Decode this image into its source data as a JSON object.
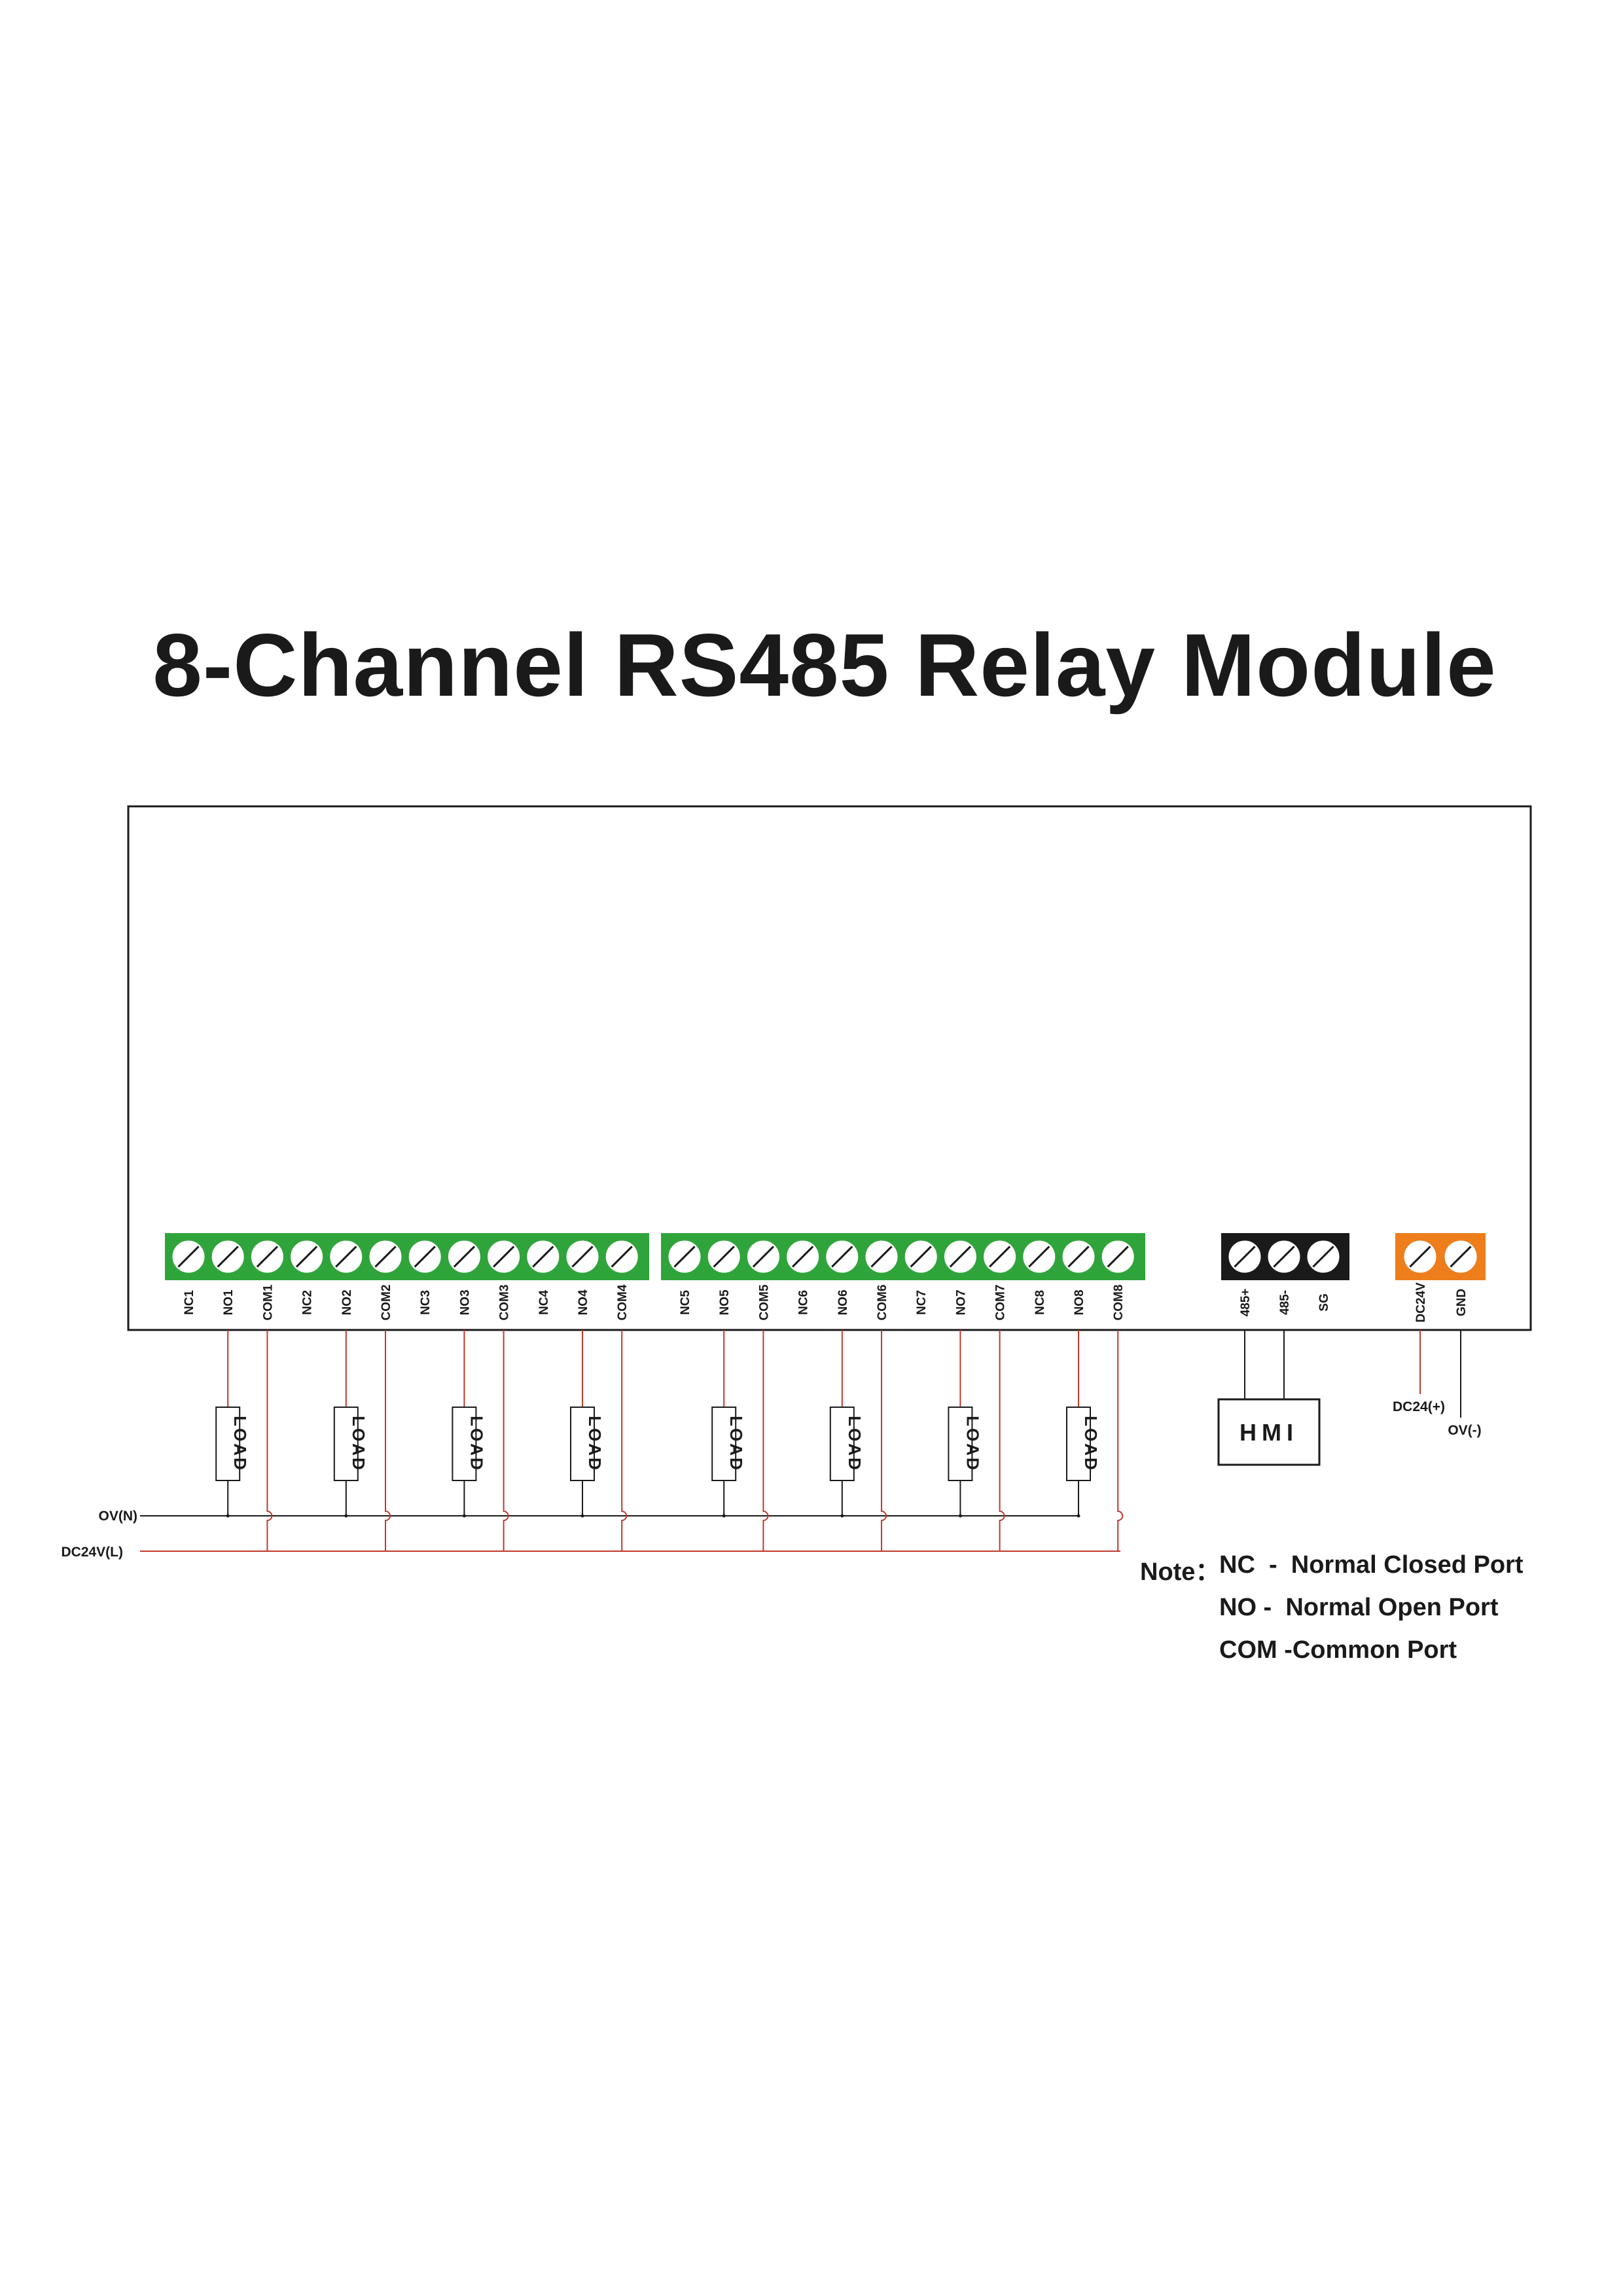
{
  "title": "8-Channel RS485 Relay Module",
  "colors": {
    "relay_terminal": "#2fa43a",
    "comm_terminal": "#1a1a1a",
    "power_terminal": "#ee7d1c",
    "wire_red": "#c0392b",
    "wire_black": "#1a1a1a"
  },
  "relay_terminals": [
    [
      "NC1",
      "NO1",
      "COM1",
      "NC2",
      "NO2",
      "COM2",
      "NC3",
      "NO3",
      "COM3",
      "NC4",
      "NO4",
      "COM4"
    ],
    [
      "NC5",
      "NO5",
      "COM5",
      "NC6",
      "NO6",
      "COM6",
      "NC7",
      "NO7",
      "COM7",
      "NC8",
      "NO8",
      "COM8"
    ]
  ],
  "comm_terminals": [
    "485+",
    "485-",
    "SG"
  ],
  "power_terminals": [
    "DC24V",
    "GND"
  ],
  "load_label": "LOAD",
  "hmi_label": "HMI",
  "line_labels": {
    "neutral": "OV(N)",
    "live": "DC24V(L)"
  },
  "power_labels": {
    "positive": "DC24(+)",
    "negative": "OV(-)"
  },
  "note": {
    "prefix": "Note：",
    "lines": [
      "NC  -  Normal Closed Port",
      "NO -  Normal Open Port",
      "COM -Common Port"
    ]
  }
}
